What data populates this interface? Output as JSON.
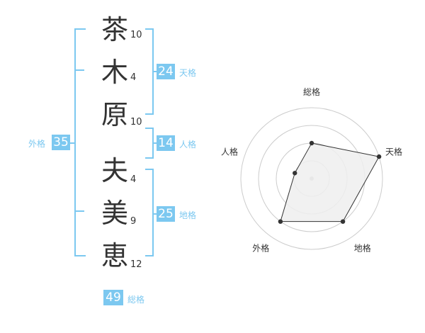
{
  "name_chars": [
    {
      "char": "茶",
      "strokes": "10"
    },
    {
      "char": "木",
      "strokes": "4"
    },
    {
      "char": "原",
      "strokes": "10"
    },
    {
      "char": "夫",
      "strokes": "4"
    },
    {
      "char": "美",
      "strokes": "9"
    },
    {
      "char": "恵",
      "strokes": "12"
    }
  ],
  "kaku": {
    "tenkaku": {
      "value": "24",
      "label": "天格"
    },
    "jinkaku": {
      "value": "14",
      "label": "人格"
    },
    "chikaku": {
      "value": "25",
      "label": "地格"
    },
    "gaikaku": {
      "value": "35",
      "label": "外格"
    },
    "soukaku": {
      "value": "49",
      "label": "総格"
    }
  },
  "chart_data": {
    "type": "radar",
    "axes": [
      "総格",
      "天格",
      "地格",
      "外格",
      "人格"
    ],
    "rings": 4,
    "max": 4,
    "values": [
      2,
      4,
      3,
      3,
      1
    ],
    "colors": {
      "fill": "#eeeeee",
      "line": "#333333",
      "grid": "#cccccc",
      "center": "#bbbbbb"
    }
  },
  "colors": {
    "accent": "#7cc8f0",
    "text": "#333333"
  }
}
